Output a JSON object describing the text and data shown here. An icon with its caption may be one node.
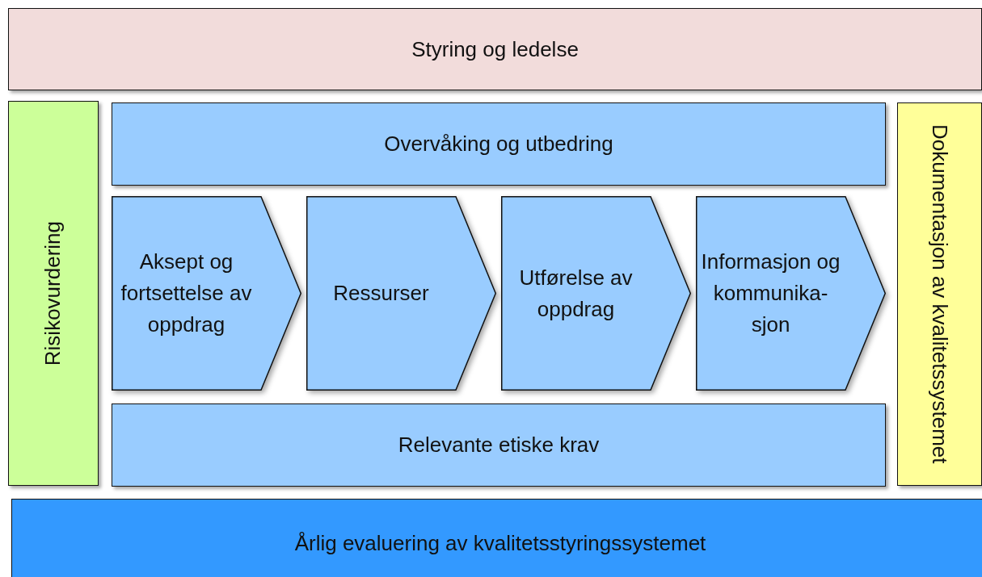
{
  "diagram": {
    "nodes": [
      {
        "text": [
          "Styring og ledelse"
        ]
      },
      {
        "text": [
          "Risikovurdering"
        ]
      },
      {
        "text": [
          "Overvåking og utbedring"
        ]
      },
      {
        "text": [
          "Aksept og fortsettelse av oppdrag"
        ]
      },
      {
        "text": [
          "Ressurser"
        ]
      },
      {
        "text": [
          "Utførelse av oppdrag"
        ]
      },
      {
        "text": [
          "Informasjon og kommunika- sjon"
        ]
      },
      {
        "text": [
          "Relevante etiske krav"
        ]
      },
      {
        "text": [
          "Dokumentasjon av kvalitetssystemet"
        ]
      },
      {
        "text": [
          "Årlig evaluering av kvalitetsstyringssystemet"
        ]
      }
    ]
  }
}
